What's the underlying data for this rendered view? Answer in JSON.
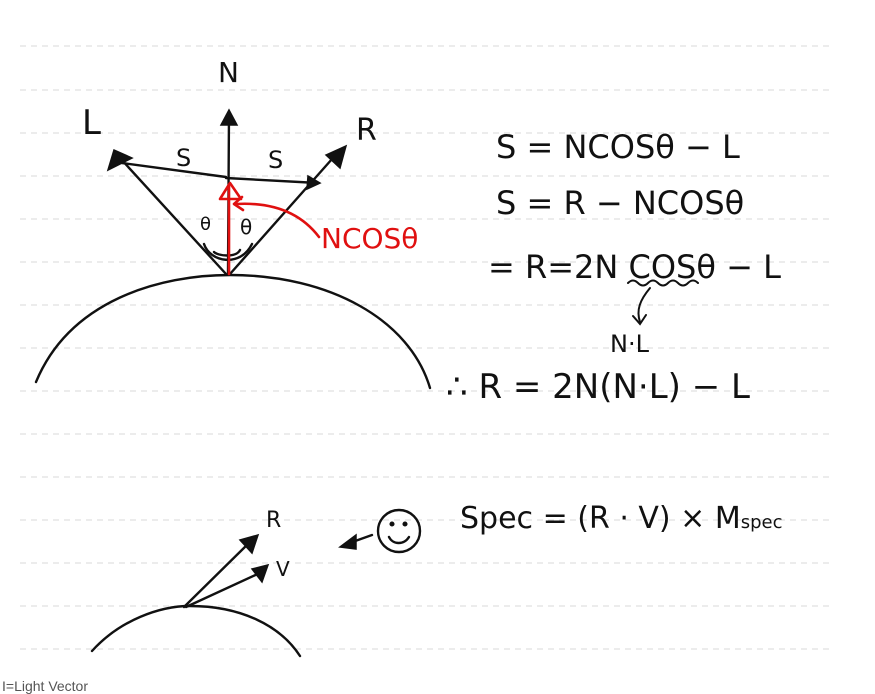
{
  "colors": {
    "ink": "#111111",
    "highlight": "#e01010",
    "ruled_line": "#d8d8d8",
    "background": "#ffffff"
  },
  "top_diagram": {
    "label_n": "N",
    "label_l": "L",
    "label_r": "R",
    "label_s_left": "S",
    "label_s_right": "S",
    "label_theta_left": "θ",
    "label_theta_right": "θ",
    "label_ncos": "NCOSθ"
  },
  "equations": {
    "eq1": "S = NCOSθ − L",
    "eq2": "S = R − NCOSθ",
    "eq3": "= R=2N COSθ − L",
    "cos_note": "N·L",
    "eq4": "∴ R = 2N(N·L) − L"
  },
  "bottom_diagram": {
    "label_r": "R",
    "label_v": "V",
    "spec_formula_prefix": "Spec = (R · V) × M",
    "spec_formula_sub": "spec"
  },
  "footer": {
    "text": "I=Light Vector"
  }
}
